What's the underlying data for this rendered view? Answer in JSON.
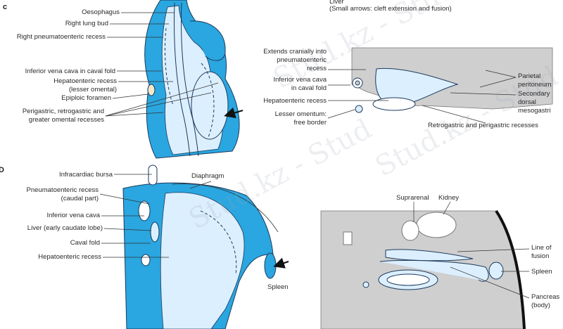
{
  "panel_c": {
    "letter": "c",
    "labels": {
      "oesophagus": "Oesophagus",
      "right_lung_bud": "Right lung bud",
      "right_pneumatoenteric": "Right pneumatoenteric recess",
      "ivc_caval_fold": "Inferior vena cava in caval fold",
      "hepatoenteric_1": "Hepatoenteric recess",
      "hepatoenteric_2": "(lesser omental)",
      "epiploic": "Epiploic foramen",
      "perigastric_1": "Perigastric, retrogastric and",
      "perigastric_2": "greater omental recesses"
    }
  },
  "panel_c_section": {
    "top_1": "Liver",
    "top_2": "(Small arrows: cleft extension and fusion)",
    "extends_1": "Extends cranially into",
    "extends_2": "pneumatoenteric",
    "extends_3": "recess",
    "ivc_1": "Inferior vena cava",
    "ivc_2": "in caval fold",
    "hepatoenteric": "Hepatoenteric recess",
    "lesser_1": "Lesser omentum:",
    "lesser_2": "free border",
    "parietal_1": "Parietal",
    "parietal_2": "peritoneum",
    "secondary_1": "Secondary",
    "secondary_2": "dorsal",
    "secondary_3": "mesogastri",
    "retrogastric": "Retrogastric and perigastric recesses"
  },
  "panel_d": {
    "letter": "D",
    "labels": {
      "infracardiac": "Infracardiac bursa",
      "pneumato_1": "Pneumatoenteric recess",
      "pneumato_2": "(caudal part)",
      "ivc": "Inferior vena cava",
      "liver": "Liver (early caudate lobe)",
      "caval_fold": "Caval fold",
      "hepatoenteric": "Hepatoenteric recess",
      "diaphragm": "Diaphragm",
      "spleen": "Spleen"
    }
  },
  "panel_d_section": {
    "suprarenal": "Suprarenal",
    "kidney": "Kidney",
    "line_1": "Line of",
    "line_2": "fusion",
    "spleen": "Spleen",
    "pancreas_1": "Pancreas",
    "pancreas_2": "(body)"
  },
  "watermark": "Stud.kz - Stud",
  "colors": {
    "blue": "#2aa6e0",
    "pale_blue": "#dcefff",
    "grey": "#c9c9c9",
    "outline": "#1b3a5c"
  }
}
